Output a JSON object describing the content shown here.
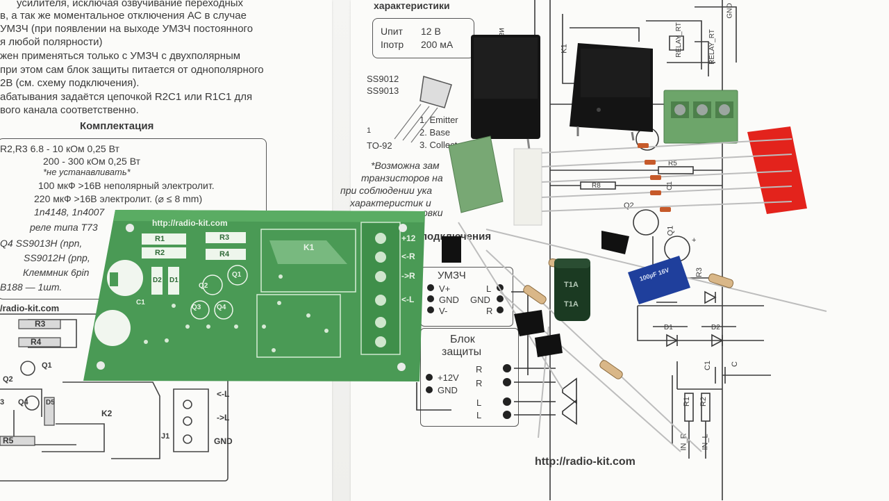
{
  "left_sheet": {
    "intro_lines": [
      "усилителя, исключая озвучивание переходных",
      "в, а так же моментальное отключения АС в случае",
      "УМЗЧ (при появлении на выходе УМЗЧ постоянного",
      "я любой полярности)",
      "жен применяться только с УМЗЧ с двухполярным",
      "при этом сам блок защиты питается от однополярного",
      "2В (см. схему подключения).",
      "абатывания задаётся цепочкой R2C1 или R1C1 для",
      "вого канала соответственно."
    ],
    "kit_title": "Комплектация",
    "kit_lines": [
      "R2,R3      6.8 - 10 кОм 0,25 Вт",
      "200 - 300 кОм 0,25 Вт",
      "*не устанавливать*",
      "100 мкФ >16В неполярный электролит.",
      "220 мкФ >16В электролит. (⌀ ≤ 8 mm)",
      "1n4148, 1n4007",
      "реле типа Т73",
      "Q4     SS9013H (npn,",
      "SS9012H (pnp,",
      "Клеммник 6pin",
      "B188 — 1шт."
    ],
    "footer_url": "/radio-kit.com",
    "pcb_labels": [
      "R3",
      "R4",
      "Q1",
      "Q2",
      "3",
      "Q4",
      "D5",
      "K2",
      "J1",
      "R5",
      "<-L",
      "->L",
      "GND"
    ]
  },
  "specs": {
    "heading": "характеристики",
    "rows": [
      {
        "label": "Uпит",
        "value": "12 В"
      },
      {
        "label": "Iпотр",
        "value": "200 мА"
      }
    ],
    "transistors": [
      "SS9012",
      "SS9013"
    ],
    "pins": [
      "1. Emitter",
      "2. Base",
      "3. Collector"
    ],
    "pin_number": "1",
    "package": "TO-92",
    "note_lines": [
      "*Возможна зам",
      "транзисторов на",
      "при соблюдении ука",
      "характеристик и",
      "овки"
    ]
  },
  "connection": {
    "heading": "подключения",
    "amp_title": "УМЗЧ",
    "amp_pins": [
      "V+",
      "GND",
      "V-"
    ],
    "amp_outputs": [
      "L",
      "GND",
      "R"
    ],
    "block_title_1": "Блок",
    "block_title_2": "защиты",
    "block_power": [
      "+12V",
      "GND"
    ],
    "block_outputs": [
      "R",
      "R",
      "L",
      "L"
    ],
    "url": "http://radio-kit.com"
  },
  "schematic": {
    "labels": [
      "K1",
      "RELAY_RT",
      "RELAY_RT",
      "GND",
      "R5",
      "R8",
      "C1",
      "Q2",
      "Q1",
      "R3",
      "D1",
      "D2",
      "C1",
      "R1",
      "R2",
      "IN_R",
      "IN_L",
      "C",
      "+"
    ],
    "vertical_text": "иальн"
  },
  "pcb": {
    "url": "http://radio-kit.com",
    "silk_labels": [
      "R1",
      "R2",
      "R3",
      "R4",
      "K1",
      "D2",
      "D1",
      "Q1",
      "Q2",
      "Q3",
      "Q4",
      "C1"
    ],
    "terminal_labels": [
      "+12",
      "<-R",
      "->R",
      "<-L"
    ]
  },
  "components": {
    "capacitor_labels": [
      "T1A",
      "T1A"
    ],
    "blue_cap_text": "100µF 16V"
  },
  "colors": {
    "pcb_green": "#4a9a55",
    "terminal_green": "#6fa56b",
    "relay_black": "#151515",
    "blue_cap": "#1f3f9c",
    "red_tape": "#e3231c"
  }
}
